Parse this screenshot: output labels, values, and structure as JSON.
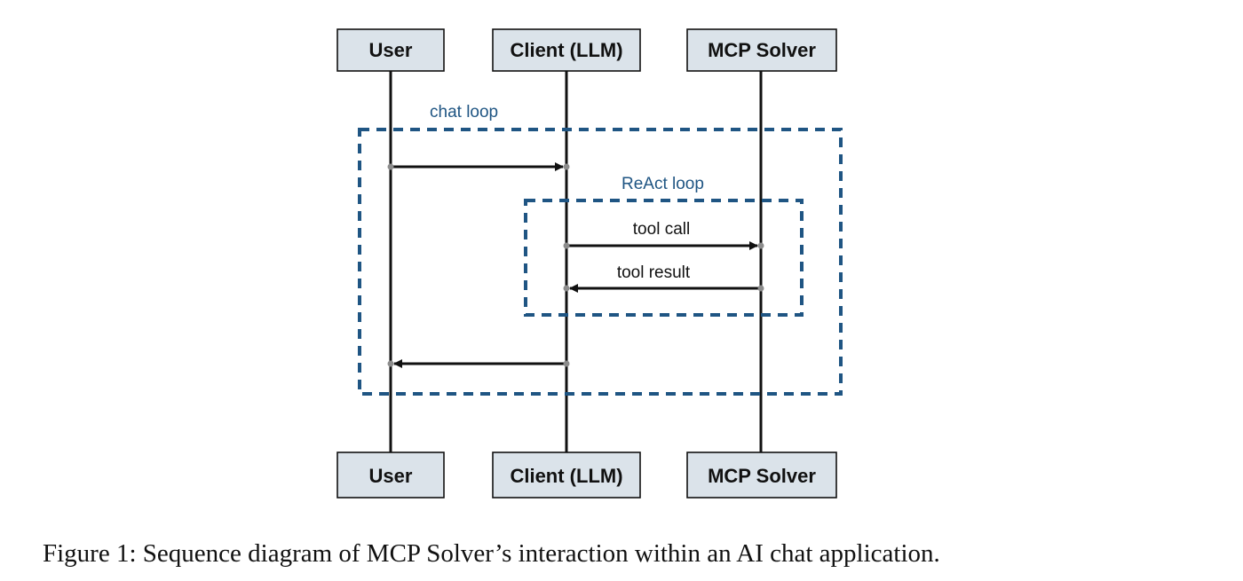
{
  "diagram": {
    "actors": [
      {
        "id": "user",
        "label": "User"
      },
      {
        "id": "client",
        "label": "Client (LLM)"
      },
      {
        "id": "solver",
        "label": "MCP Solver"
      }
    ],
    "loops": {
      "chat": {
        "label": "chat loop"
      },
      "react": {
        "label": "ReAct loop"
      }
    },
    "messages": [
      {
        "from": "user",
        "to": "client",
        "label": ""
      },
      {
        "from": "client",
        "to": "solver",
        "label": "tool call"
      },
      {
        "from": "solver",
        "to": "client",
        "label": "tool result"
      },
      {
        "from": "client",
        "to": "user",
        "label": ""
      }
    ],
    "colors": {
      "actor_fill": "#dbe3ea",
      "loop_stroke": "#1f5583",
      "line": "#111111",
      "anchor_dot": "#8c8c8c"
    }
  },
  "caption": "Figure 1: Sequence diagram of MCP Solver’s interaction within an AI chat application."
}
